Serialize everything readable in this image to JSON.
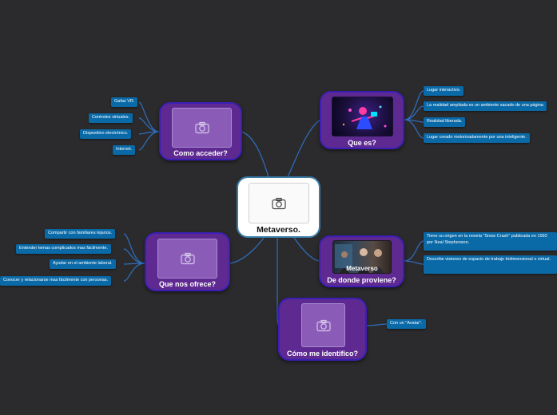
{
  "center": {
    "label": "Metaverso."
  },
  "branches": {
    "como_acceder": {
      "label": "Como acceder?",
      "leaves": [
        "Gafas VR.",
        "Controles virtuales.",
        "Dispositivo electrónico.",
        "Internet."
      ]
    },
    "que_es": {
      "label": "Que es?",
      "leaves": [
        "Lugar interactivo.",
        "La realidad ampliada es un ambiente sacado de una página",
        "Realidad liberada.",
        "Lugar creado motorizadamente por una inteligente."
      ]
    },
    "que_nos_ofrece": {
      "label": "Que nos ofrece?",
      "leaves": [
        "Compartir con familiares lejanos.",
        "Entender temas complicados mas fácilmente.",
        "Ayudar en el ambiente laboral.",
        "Conocer y relacionarse mas fácilmente con personas."
      ]
    },
    "de_donde": {
      "label": "De donde proviene?",
      "image_caption": "Metaverso",
      "leaves": [
        "Tiene su origen en la novela \"Snow Crash\" publicada en 1992 por Neal Stephenson.",
        "Describe visiones de espacio de trabajo tridimensional o virtual."
      ]
    },
    "como_identifico": {
      "label": "Cómo me identifico?",
      "leaves": [
        "Con un \"Avatar\"."
      ]
    }
  },
  "colors": {
    "background": "#2b2b2d",
    "node_fill": "#5e2a92",
    "node_border": "#3b1fb5",
    "leaf_fill": "#0a6aa8",
    "connector": "#2f6fc0"
  },
  "icons": {
    "image_placeholder": "camera-icon"
  }
}
